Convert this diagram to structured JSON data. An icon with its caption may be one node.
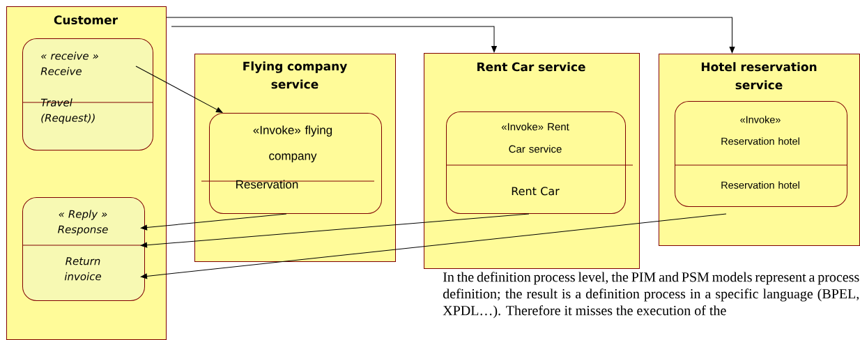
{
  "diagram": {
    "nodes": [
      {
        "text": [
          "Customer"
        ]
      },
      {
        "text": [
          "« receive » Receive",
          "Travel (Request))"
        ],
        "in": 0
      },
      {
        "text": [
          "« Reply » Response",
          "Return invoice"
        ],
        "in": 0
      },
      {
        "text": [
          "Flying company service"
        ]
      },
      {
        "text": [
          "«Invoke» flying company",
          "Reservation"
        ],
        "in": 3
      },
      {
        "text": [
          "Rent Car service"
        ]
      },
      {
        "text": [
          "«Invoke» Rent Car service",
          "Rent Car"
        ],
        "in": 5
      },
      {
        "text": [
          "Hotel reservation service"
        ]
      },
      {
        "text": [
          "«Invoke» Reservation hotel",
          "Reservation hotel"
        ],
        "in": 7
      }
    ],
    "edges": [
      {
        "from": 1,
        "to": 4,
        "arrow": "to"
      },
      {
        "from": 0,
        "to": 7,
        "arrow": "to"
      },
      {
        "from": 0,
        "to": 5,
        "arrow": "to"
      },
      {
        "from": 4,
        "to": 2,
        "arrow": "to"
      },
      {
        "from": 6,
        "to": 2,
        "arrow": "to"
      },
      {
        "from": 8,
        "to": 2,
        "arrow": "to"
      }
    ],
    "labels": [
      "In the definition process level, the PIM and PSM models represent a process definition; the result is a definition process in a specific language (BPEL, XPDL…). Therefore it misses the execution of the"
    ]
  }
}
